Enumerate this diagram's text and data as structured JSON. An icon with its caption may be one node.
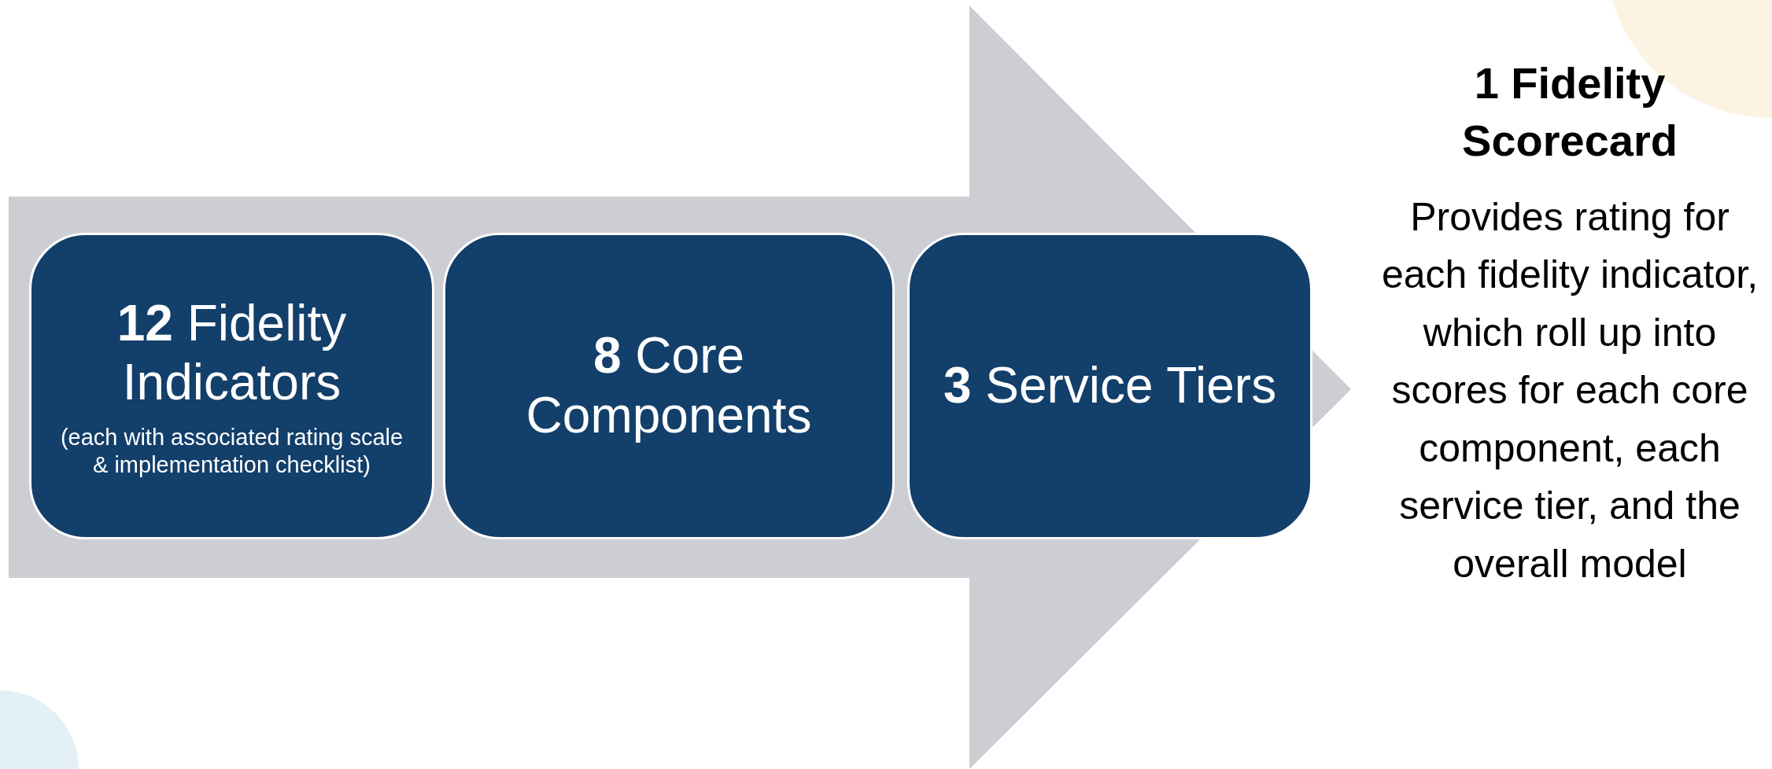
{
  "diagram": {
    "nodes": [
      {
        "text": [],
        "shape": "arrow"
      },
      {
        "text": [
          "**12** Fidelity Indicators",
          "(each with associated rating scale & implementation checklist)"
        ],
        "in": 0
      },
      {
        "text": [
          "**8** Core Components"
        ],
        "in": 0
      },
      {
        "text": [
          "**3** Service Tiers"
        ],
        "in": 0
      },
      {
        "text": [
          "1 Fidelity Scorecard",
          "Provides rating for each fidelity indicator, which roll up into scores for each core component, each service tier, and the overall model"
        ]
      }
    ]
  }
}
